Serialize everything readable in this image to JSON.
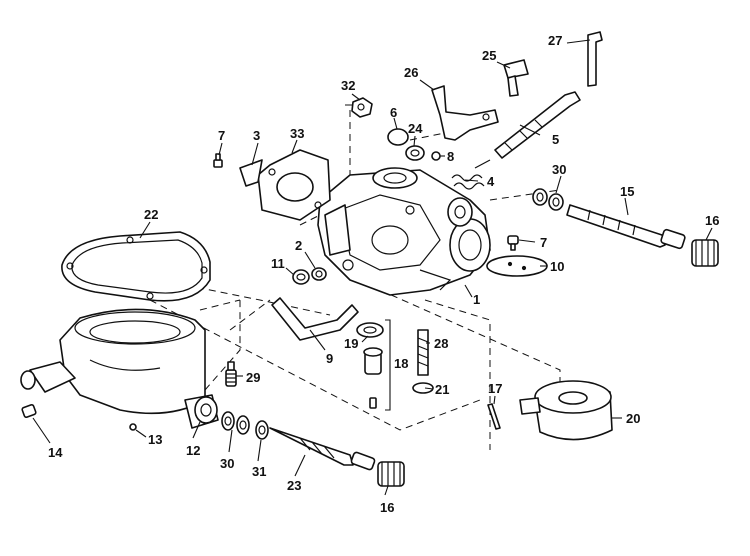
{
  "callouts": [
    {
      "id": "c1",
      "label": "1"
    },
    {
      "id": "c2",
      "label": "2"
    },
    {
      "id": "c3",
      "label": "3"
    },
    {
      "id": "c4",
      "label": "4"
    },
    {
      "id": "c5",
      "label": "5"
    },
    {
      "id": "c6",
      "label": "6"
    },
    {
      "id": "c7a",
      "label": "7"
    },
    {
      "id": "c7b",
      "label": "7"
    },
    {
      "id": "c8",
      "label": "8"
    },
    {
      "id": "c9",
      "label": "9"
    },
    {
      "id": "c10",
      "label": "10"
    },
    {
      "id": "c11",
      "label": "11"
    },
    {
      "id": "c12",
      "label": "12"
    },
    {
      "id": "c13",
      "label": "13"
    },
    {
      "id": "c14",
      "label": "14"
    },
    {
      "id": "c15",
      "label": "15"
    },
    {
      "id": "c16a",
      "label": "16"
    },
    {
      "id": "c16b",
      "label": "16"
    },
    {
      "id": "c17",
      "label": "17"
    },
    {
      "id": "c18",
      "label": "18"
    },
    {
      "id": "c19",
      "label": "19"
    },
    {
      "id": "c20",
      "label": "20"
    },
    {
      "id": "c21",
      "label": "21"
    },
    {
      "id": "c22",
      "label": "22"
    },
    {
      "id": "c23",
      "label": "23"
    },
    {
      "id": "c24",
      "label": "24"
    },
    {
      "id": "c25",
      "label": "25"
    },
    {
      "id": "c26",
      "label": "26"
    },
    {
      "id": "c27",
      "label": "27"
    },
    {
      "id": "c28",
      "label": "28"
    },
    {
      "id": "c29",
      "label": "29"
    },
    {
      "id": "c30a",
      "label": "30"
    },
    {
      "id": "c30b",
      "label": "30"
    },
    {
      "id": "c31",
      "label": "31"
    },
    {
      "id": "c32",
      "label": "32"
    },
    {
      "id": "c33",
      "label": "33"
    }
  ]
}
